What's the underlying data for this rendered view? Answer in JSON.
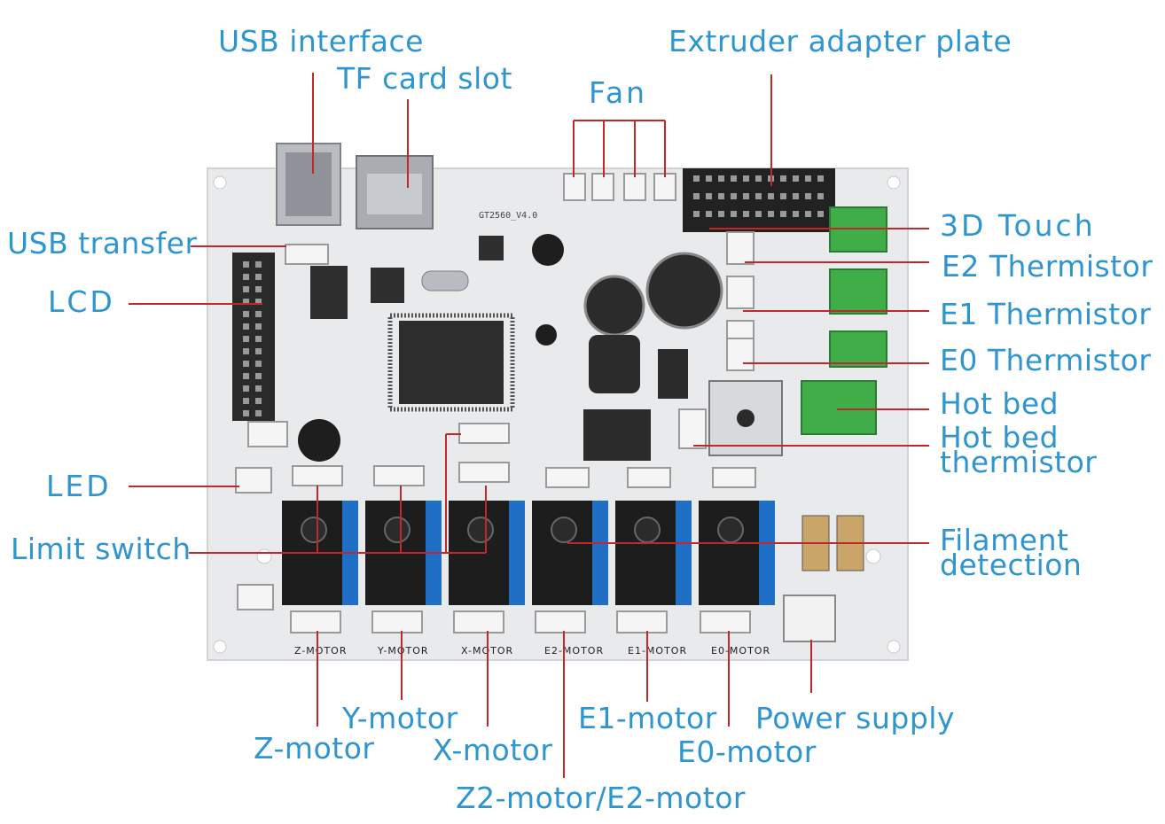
{
  "colors": {
    "label": "#2f95cf",
    "leader": "#c0282c",
    "board": "#e9eaec",
    "terminal": "#3fae49",
    "header_blue": "#1f6fc4"
  },
  "board": {
    "model": "GT2560_V4.0",
    "motor_labels": [
      "Z-MOTOR",
      "Y-MOTOR",
      "X-MOTOR",
      "E2-MOTOR",
      "E1-MOTOR",
      "E0-MOTOR"
    ]
  },
  "labels": {
    "usb_interface": "USB interface",
    "tf_card_slot": "TF card slot",
    "fan": "Fan",
    "extruder_adapter_plate": "Extruder adapter plate",
    "usb_transfer": "USB transfer",
    "lcd": "LCD",
    "led": "LED",
    "limit_switch": "Limit switch",
    "touch_3d": "3D Touch",
    "e2_thermistor": "E2 Thermistor",
    "e1_thermistor": "E1 Thermistor",
    "e0_thermistor": "E0 Thermistor",
    "hot_bed": "Hot bed",
    "hot_bed_thermistor_1": "Hot bed",
    "hot_bed_thermistor_2": "thermistor",
    "filament_detection_1": "Filament",
    "filament_detection_2": "detection",
    "z_motor": "Z-motor",
    "y_motor": "Y-motor",
    "x_motor": "X-motor",
    "z2_e2_motor": "Z2-motor/E2-motor",
    "e1_motor": "E1-motor",
    "e0_motor": "E0-motor",
    "power_supply": "Power supply"
  }
}
